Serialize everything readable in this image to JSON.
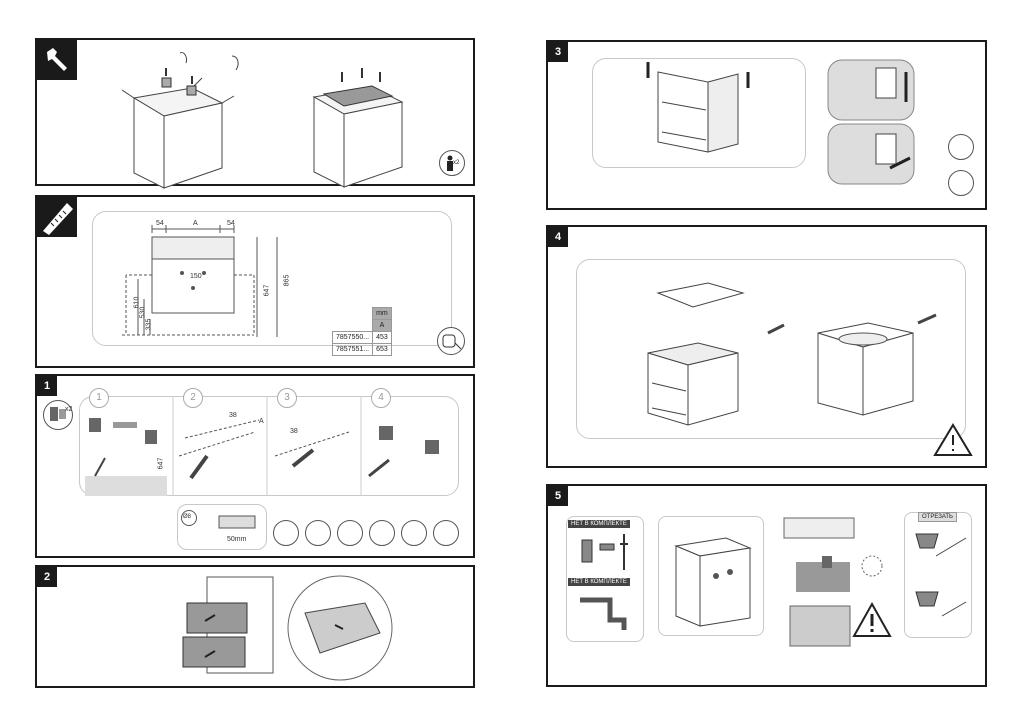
{
  "panels": {
    "unpack": {
      "person_count": "x2"
    },
    "dimensions": {
      "dim_left": "54",
      "dim_mid": "A",
      "dim_right": "54",
      "dim_150": "150",
      "dim_865": "865",
      "dim_647": "647",
      "dim_610": "610",
      "dim_530": "530",
      "dim_335": "335",
      "table": {
        "unit": "mm",
        "col": "A",
        "rows": [
          {
            "code": "7857550...",
            "value": "453"
          },
          {
            "code": "7857551...",
            "value": "653"
          }
        ]
      }
    },
    "step1": {
      "number": "1",
      "bracket_count": "x2",
      "substeps": [
        "1",
        "2",
        "3",
        "4"
      ],
      "dim_647": "647",
      "dim_38_left": "38",
      "dim_a": "A",
      "dim_38_right": "38",
      "drill_diameter": "Ø8",
      "drill_depth": "50mm"
    },
    "step2": {
      "number": "2"
    },
    "step3": {
      "number": "3"
    },
    "step4": {
      "number": "4"
    },
    "step5": {
      "number": "5",
      "not_included_1": "НЕТ В КОМПЛЕКТЕ",
      "not_included_2": "НЕТ В КОМПЛЕКТЕ",
      "cut_label": "ОТРЕЗАТЬ"
    }
  }
}
